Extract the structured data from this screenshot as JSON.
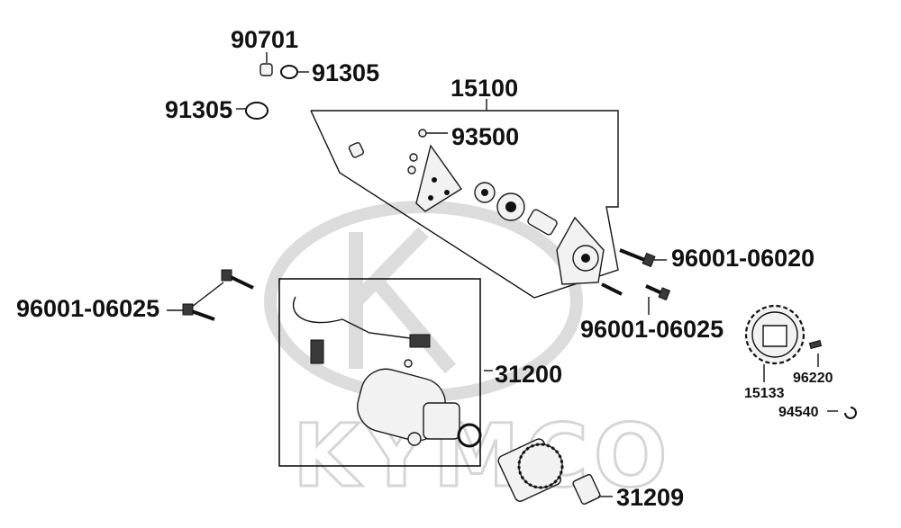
{
  "watermark": {
    "brand": "KYMCO"
  },
  "callouts": {
    "p90701": "90701",
    "p91305_top": "91305",
    "p91305_left": "91305",
    "p15100": "15100",
    "p93500": "93500",
    "p96001_06020": "96001-06020",
    "p96001_06025_left": "96001-06025",
    "p96001_06025_right": "96001-06025",
    "p31200": "31200",
    "p31209": "31209",
    "p15133": "15133",
    "p96220": "96220",
    "p94540": "94540"
  }
}
